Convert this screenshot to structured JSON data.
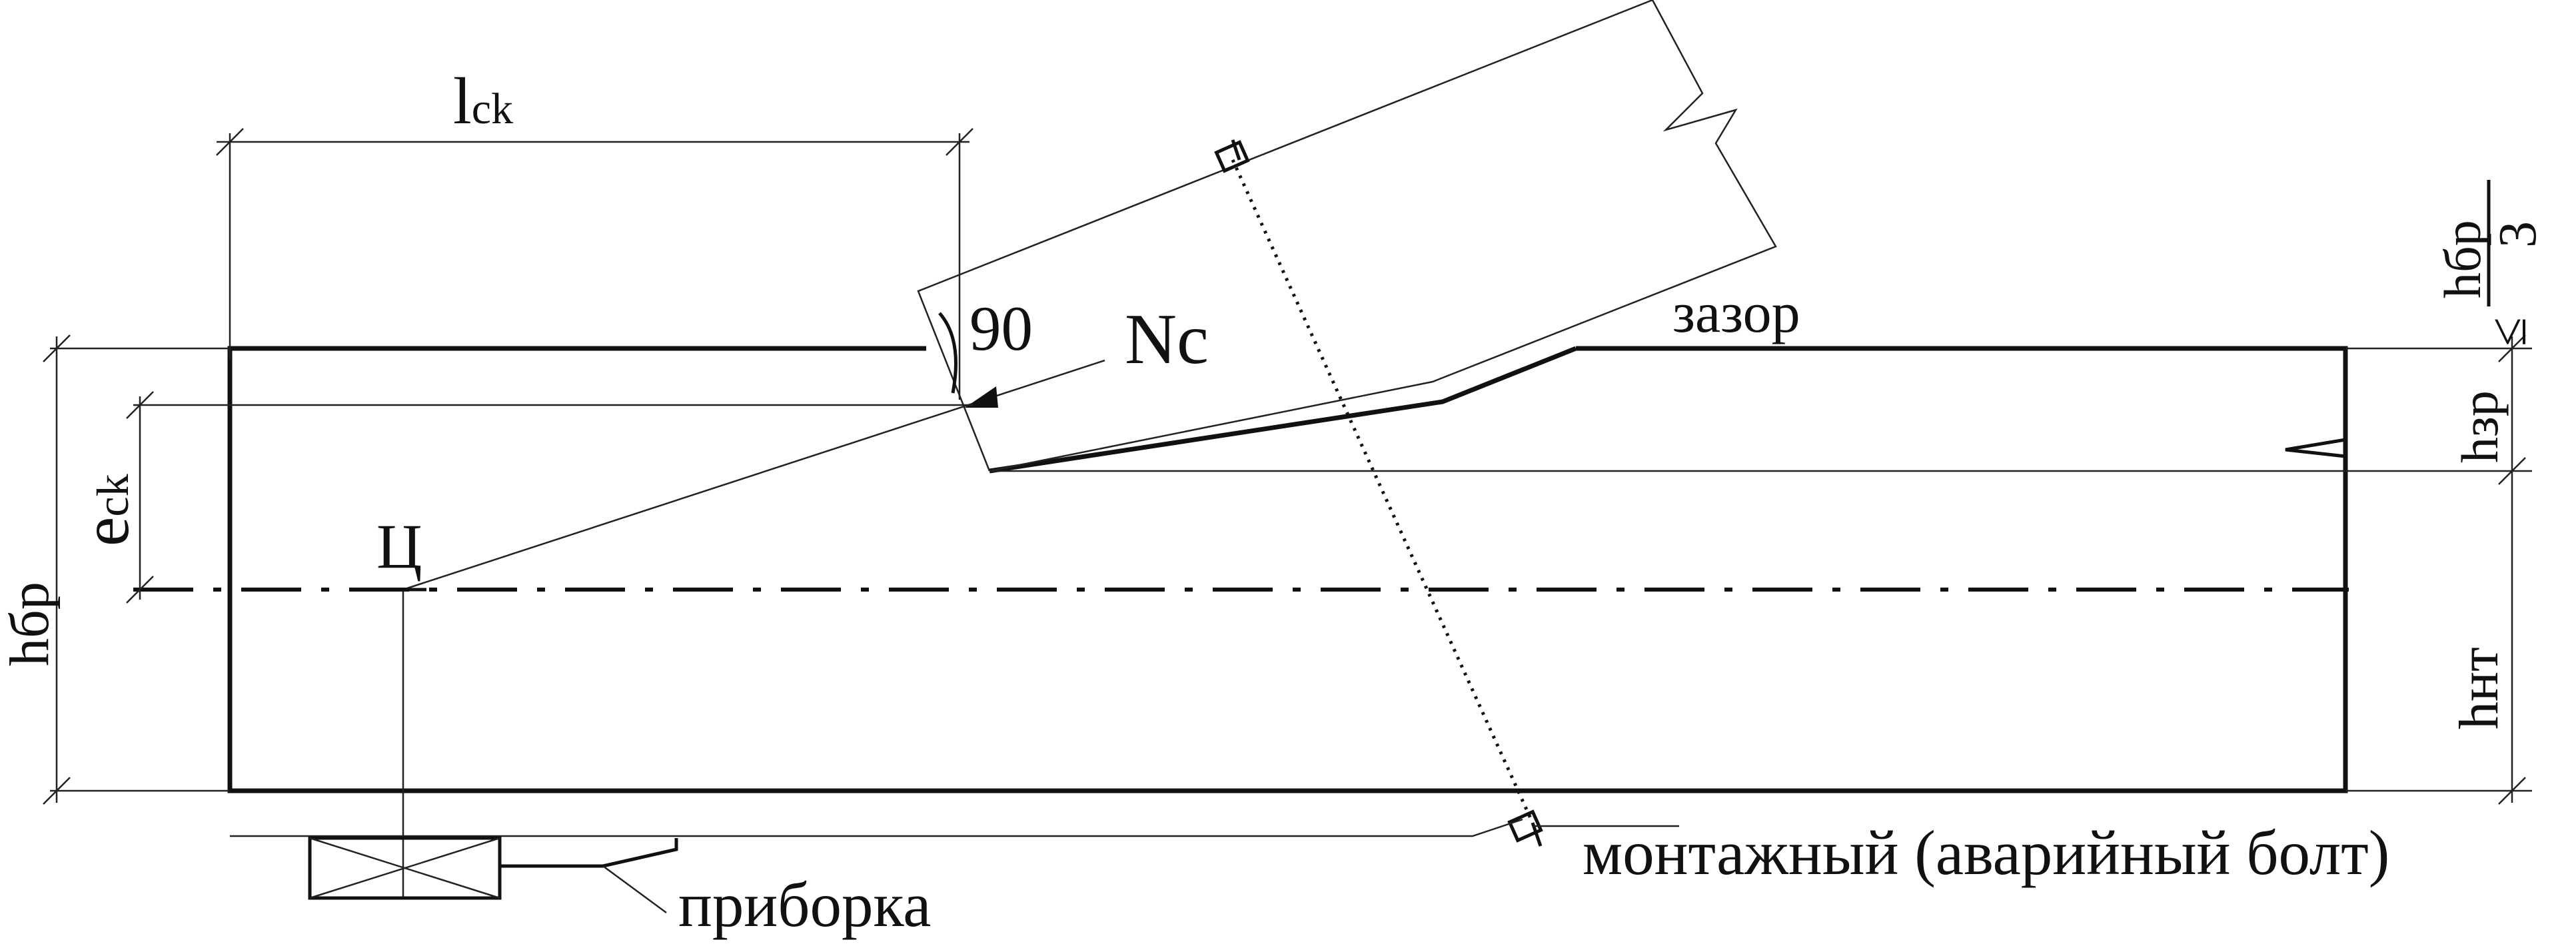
{
  "labels": {
    "lck_main": "l",
    "lck_sub": "ck",
    "angle": "90",
    "force": "Nc",
    "gap": "зазор",
    "hbr_num": "hбр",
    "hbr_den": "3",
    "le_sign": "≤",
    "hzr": "hзр",
    "hnt": "hнт",
    "hbr": "hбр",
    "eck_main": "e",
    "eck_sub": "ck",
    "center": "Ц",
    "bolt": "монтажный (аварийный болт)",
    "pribor": "приборка"
  },
  "colors": {
    "line": "#111111",
    "background": "#ffffff"
  }
}
